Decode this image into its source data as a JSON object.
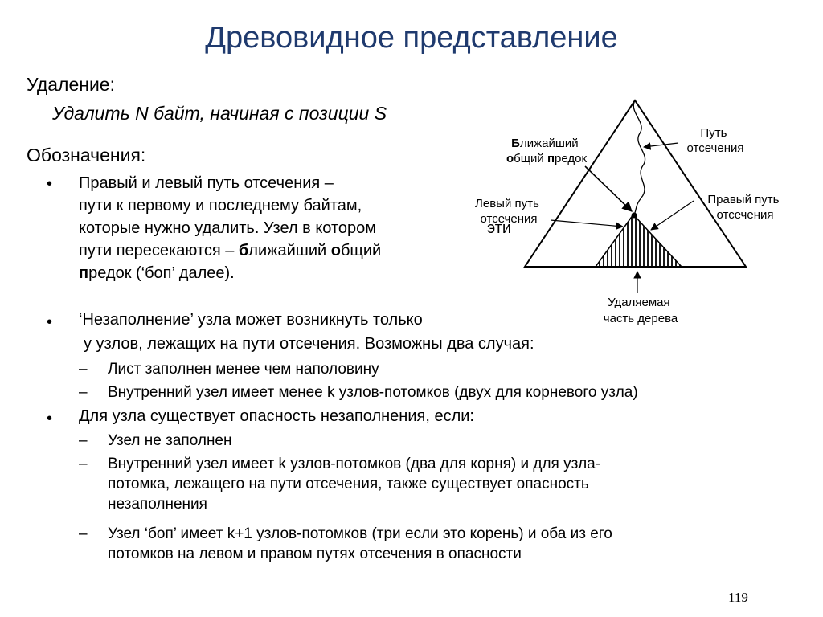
{
  "slide": {
    "title": "Древовидное представление",
    "deletion": {
      "heading": "Удаление:",
      "task": "Удалить N байт, начиная с позиции S"
    },
    "notation": {
      "heading": "Обозначения:",
      "bullet1": {
        "line1": "Правый и левый путь отсечения –",
        "line2": "пути к первому и последнему байтам,",
        "line3": "которые нужно удалить. Узел в котором",
        "line3_overflow": "эти",
        "line4_pre": "пути пересекаются – ",
        "line4_b1": "б",
        "line4_mid1": "лижайший ",
        "line4_b2": "о",
        "line4_mid2": "бщий",
        "line5_b": "п",
        "line5_rest": "редок (‘боп’ далее)."
      },
      "bullet2": {
        "line1": "‘Незаполнение’ узла может возникнуть только",
        "line2": "у узлов, лежащих на пути отсечения. Возможны два случая:",
        "dash1": "Лист заполнен менее чем наполовину",
        "dash2": "Внутренний узел имеет менее k узлов-потомков (двух для корневого узла)"
      },
      "bullet3": {
        "line1": "Для узла существует опасность незаполнения, если:",
        "dash1": "Узел не заполнен",
        "dash2_l1": "Внутренний узел имеет k узлов-потомков (два для корня) и для узла-",
        "dash2_l2": "потомка, лежащего на пути отсечения, также существует опасность",
        "dash2_l3": "незаполнения",
        "dash3_l1": "Узел ‘боп’ имеет k+1 узлов-потомков (три если это корень) и оба из его",
        "dash3_l2": "потомков на левом и правом путях отсечения в опасности"
      }
    },
    "bullet_char": "•",
    "dash_char": "–",
    "page_number": "119"
  },
  "diagram": {
    "label_path": [
      "Путь",
      "отсечения"
    ],
    "label_lca": {
      "l1_b": "Б",
      "l1_rest": "лижайший",
      "l2_b1": "о",
      "l2_mid": "бщий ",
      "l2_b2": "п",
      "l2_rest": "редок"
    },
    "label_left": [
      "Левый путь",
      "отсечения"
    ],
    "label_right": [
      "Правый путь",
      "отсечения"
    ],
    "label_deleted": [
      "Удаляемая",
      "часть дерева"
    ]
  }
}
